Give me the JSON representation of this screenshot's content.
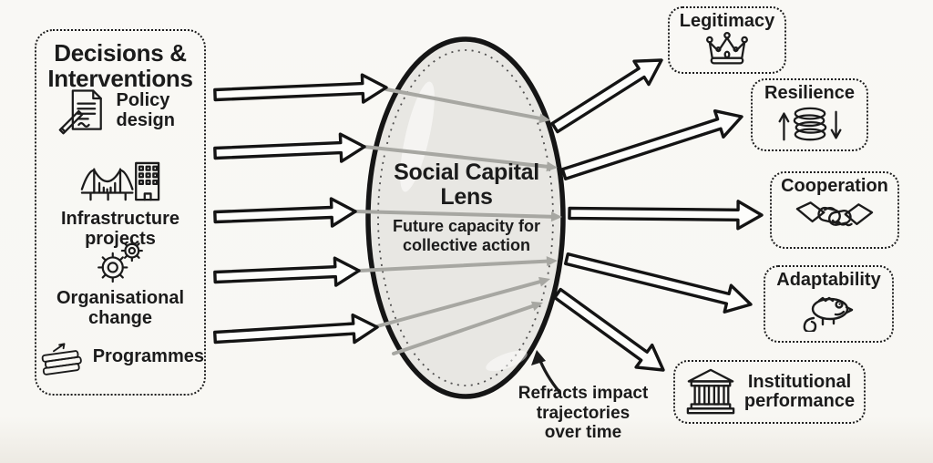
{
  "palette": {
    "background": "#f8f7f4",
    "ink": "#1b1b1b",
    "lens_fill": "#e8e7e3",
    "refraction_gray": "#a7a7a2"
  },
  "left_panel": {
    "title": "Decisions & Interventions",
    "items": [
      {
        "label": "Policy design",
        "icon": "pen-document-icon"
      },
      {
        "label": "Infrastructure projects",
        "icon": "bridge-building-icon"
      },
      {
        "label": "Organisational change",
        "icon": "gears-icon"
      },
      {
        "label": "Programmes",
        "icon": "book-stack-icon"
      }
    ]
  },
  "lens": {
    "title": "Social Capital Lens",
    "subtitle": "Future capacity for collective action"
  },
  "outcomes": [
    {
      "label": "Legitimacy",
      "icon": "crown-icon"
    },
    {
      "label": "Resilience",
      "icon": "coil-spring-arrows-icon"
    },
    {
      "label": "Cooperation",
      "icon": "handshake-icon"
    },
    {
      "label": "Adaptability",
      "icon": "chameleon-icon"
    },
    {
      "label": "Institutional performance",
      "icon": "classical-building-icon"
    }
  ],
  "annotation": {
    "lines": [
      "Refracts impact",
      "trajectories",
      "over time"
    ]
  }
}
